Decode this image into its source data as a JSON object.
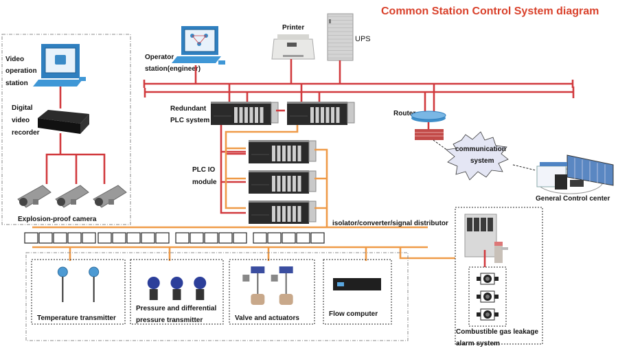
{
  "title": "Common Station Control System diagram",
  "colors": {
    "title": "#d9412b",
    "ethernet_bus": "#d1393d",
    "signal_bus": "#ef9a47",
    "monitor_blue": "#3a8ac7"
  },
  "video_group": {
    "station_label": [
      "Video",
      "operation",
      "station"
    ],
    "recorder_label": [
      "Digital",
      "video",
      "recorder"
    ],
    "camera_label": "Explosion-proof camera",
    "camera_count": 3
  },
  "top_devices": {
    "operator_label": [
      "Operator",
      "station(engineer)"
    ],
    "printer_label": "Printer",
    "ups_label": "UPS"
  },
  "plc": {
    "redundant_label": [
      "Redundant",
      "PLC system"
    ],
    "io_label": [
      "PLC IO",
      "module"
    ],
    "io_module_count": 3
  },
  "network": {
    "router_label": "Router",
    "comm_label": [
      "communication",
      "system"
    ],
    "control_center_label": "General Control center"
  },
  "distributor": {
    "label": "isolator/converter/signal distributor",
    "terminal_groups": [
      5,
      5,
      5,
      5
    ]
  },
  "field_devices": [
    {
      "name": "temperature-transmitter",
      "label": [
        "Temperature transmitter"
      ],
      "count": 2
    },
    {
      "name": "pressure-transmitter",
      "label": [
        "Pressure and differential",
        "pressure transmitter"
      ],
      "count": 3
    },
    {
      "name": "valve-actuators",
      "label": [
        "Valve  and actuators"
      ],
      "count": 2
    },
    {
      "name": "flow-computer",
      "label": [
        "Flow computer"
      ],
      "count": 1
    }
  ],
  "gas_system": {
    "label": [
      "Combustible gas  leakage",
      "alarm system"
    ],
    "detector_count": 3
  }
}
